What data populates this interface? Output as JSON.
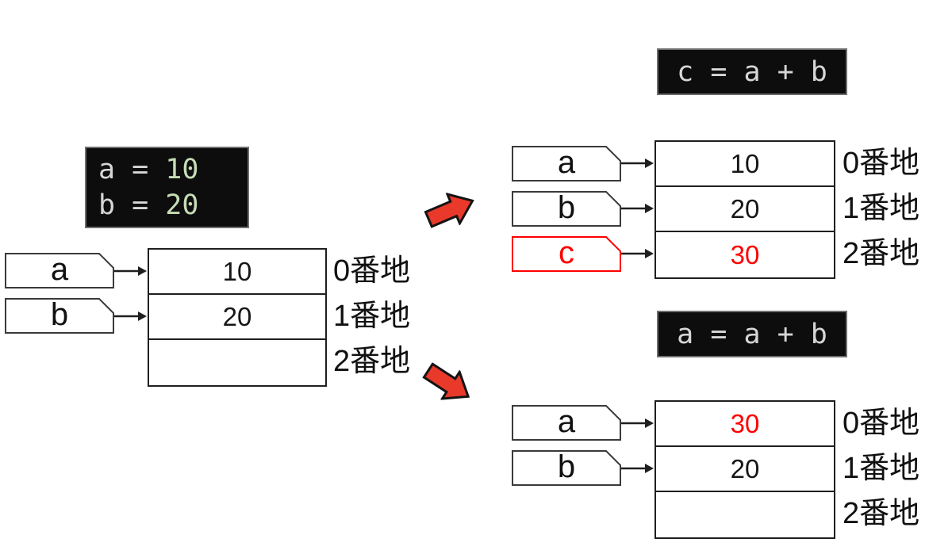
{
  "colors": {
    "accent_red_text": "#ff0000",
    "block_arrow_red": "#e8392b",
    "code_bg": "#0d0d0d",
    "code_text": "#d6d6d6",
    "code_number_green": "#c6dcb5"
  },
  "initial": {
    "code": {
      "line1_lhs": "a = ",
      "line1_value": "10",
      "line2_lhs": "b = ",
      "line2_value": "20"
    },
    "tags": [
      {
        "label": "a"
      },
      {
        "label": "b"
      }
    ],
    "cells": [
      {
        "value": "10"
      },
      {
        "value": "20"
      },
      {
        "value": ""
      }
    ],
    "addresses": [
      "0番地",
      "1番地",
      "2番地"
    ]
  },
  "step_c": {
    "code": "c = a + b",
    "tags": [
      {
        "label": "a"
      },
      {
        "label": "b"
      },
      {
        "label": "c"
      }
    ],
    "cells": [
      {
        "value": "10"
      },
      {
        "value": "20"
      },
      {
        "value": "30"
      }
    ],
    "addresses": [
      "0番地",
      "1番地",
      "2番地"
    ]
  },
  "step_a": {
    "code": "a = a + b",
    "tags": [
      {
        "label": "a"
      },
      {
        "label": "b"
      }
    ],
    "cells": [
      {
        "value": "30"
      },
      {
        "value": "20"
      },
      {
        "value": ""
      }
    ],
    "addresses": [
      "0番地",
      "1番地",
      "2番地"
    ]
  }
}
